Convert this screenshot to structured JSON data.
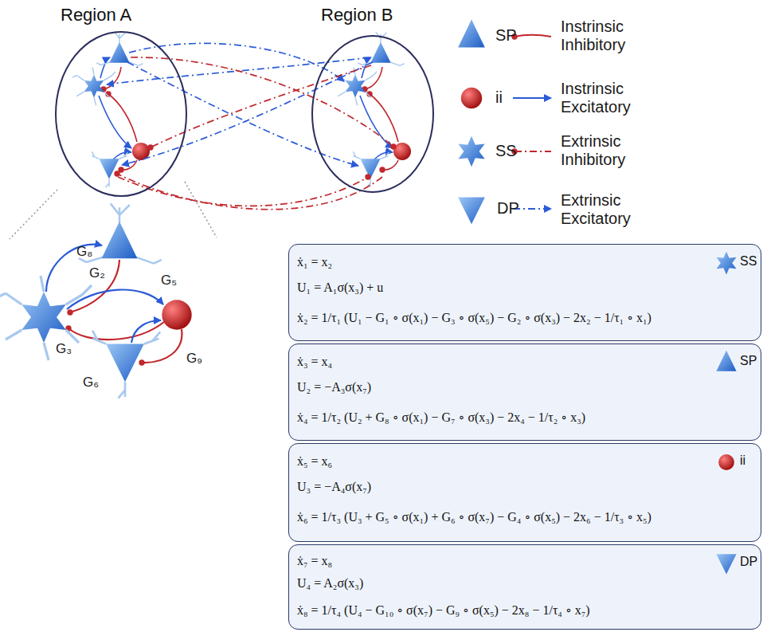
{
  "diagram": {
    "nodes": [
      {
        "text": [
          "Region A"
        ]
      },
      {
        "text": [
          "Region B"
        ]
      },
      {
        "text": [
          "ẋ₁ = x₂",
          "U₁ = A₁σ(x₃) + u",
          "ẋ₂ = 1/τ₁ (U₁ − G₁ ∘ σ(x₁) − G₃ ∘ σ(x₅) − G₂ ∘ σ(x₃) − 2x₂ − 1/τ₁ ∘ x₁)",
          "SS"
        ]
      },
      {
        "text": [
          "ẋ₃ = x₄",
          "U₂ = −A₃σ(x₇)",
          "ẋ₄ = 1/τ₂ (U₂ + G₈ ∘ σ(x₁) − G₇ ∘ σ(x₃) − 2x₄ − 1/τ₂ ∘ x₃)",
          "SP"
        ]
      },
      {
        "text": [
          "ẋ₅ = x₆",
          "U₃ = −A₄σ(x₇)",
          "ẋ₆ = 1/τ₃ (U₃ + G₅ ∘ σ(x₁) + G₆ ∘ σ(x₇) − G₄ ∘ σ(x₅) − 2x₆ − 1/τ₃ ∘ x₅)",
          "ii"
        ]
      },
      {
        "text": [
          "ẋ₇ = x₈",
          "U₄ = A₂σ(x₃)",
          "ẋ₈ = 1/τ₄ (U₄ − G₁₀ ∘ σ(x₇) − G₉ ∘ σ(x₅) − 2x₈ − 1/τ₄ ∘ x₇)",
          "DP"
        ]
      }
    ],
    "labels": [
      "G₈",
      "G₂",
      "G₃",
      "G₅",
      "G₆",
      "G₉"
    ],
    "legend": [
      {
        "text": "SP"
      },
      {
        "text": "Instrinsic Inhibitory"
      },
      {
        "text": "ii"
      },
      {
        "text": "Instrinsic Excitatory"
      },
      {
        "text": "SS"
      },
      {
        "text": "Extrinsic Inhibitory"
      },
      {
        "text": "DP"
      },
      {
        "text": "Extrinsic Excitatory"
      }
    ]
  }
}
